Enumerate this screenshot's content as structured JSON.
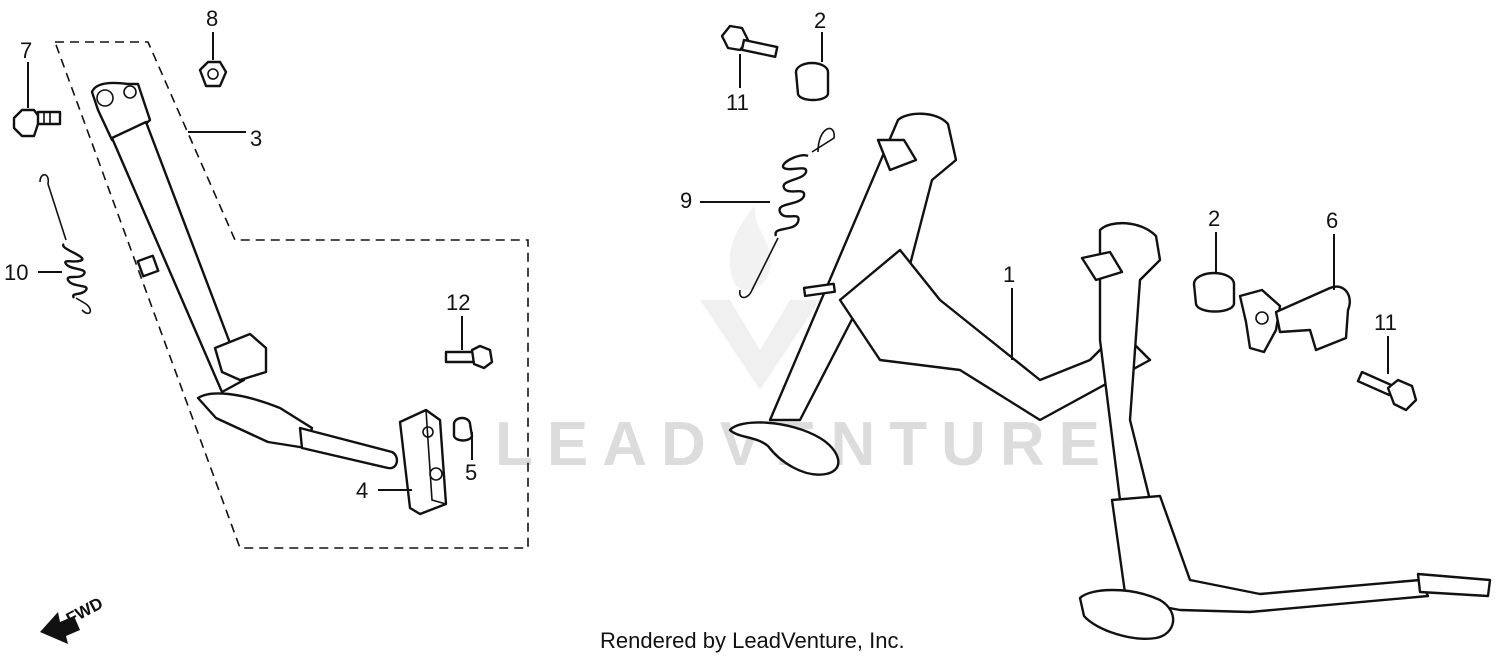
{
  "callouts": {
    "n1": "1",
    "n2_top": "2",
    "n2_right": "2",
    "n3": "3",
    "n4": "4",
    "n5": "5",
    "n6": "6",
    "n7": "7",
    "n8": "8",
    "n9": "9",
    "n10": "10",
    "n11_top": "11",
    "n11_right": "11",
    "n12": "12"
  },
  "direction_label": "FWD",
  "watermark": "LEADVENTURE",
  "footer": "Rendered by LeadVenture, Inc.",
  "icons": {
    "direction": "fwd-arrow-icon",
    "watermark_logo": "leadventure-flame-logo"
  }
}
